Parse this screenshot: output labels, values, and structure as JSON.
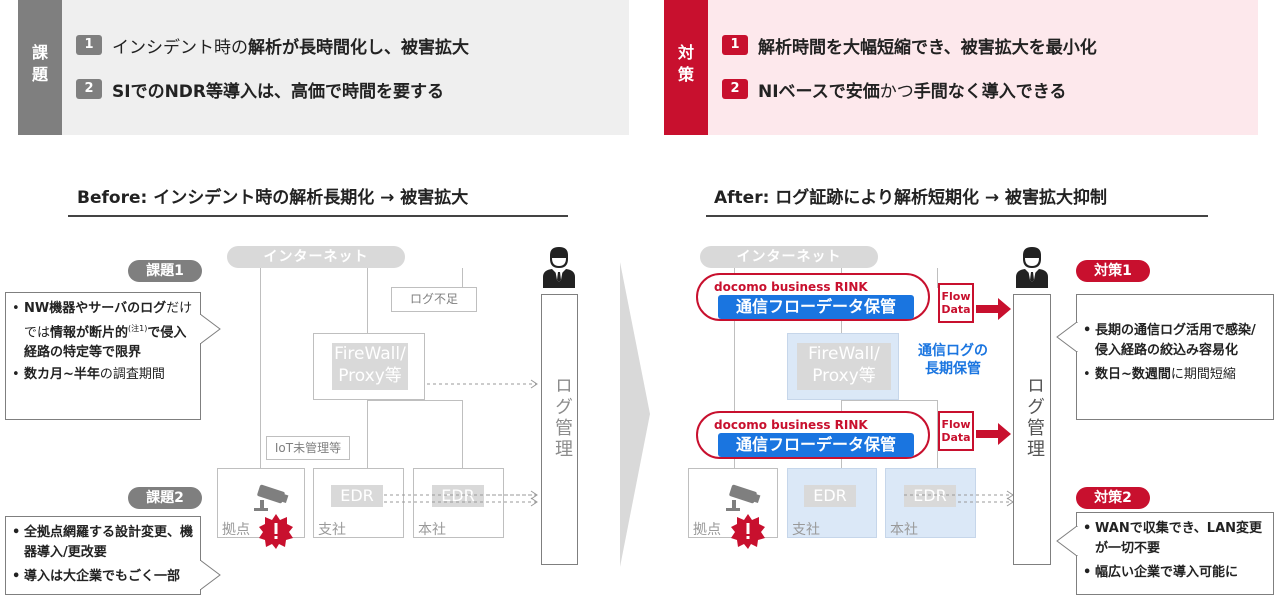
{
  "top": {
    "left": {
      "tag": [
        "課",
        "題"
      ],
      "items": [
        {
          "num": "1",
          "light": "インシデント時の",
          "bold": "解析が長時間化し、被害拡大"
        },
        {
          "num": "2",
          "light": "",
          "bold": "SIでのNDR等導入は、高価で時間を要する"
        }
      ],
      "colors": {
        "tag": "#7f7f7f",
        "bg": "#efefef",
        "num": "#7f7f7f"
      }
    },
    "right": {
      "tag": [
        "対",
        "策"
      ],
      "items": [
        {
          "num": "1",
          "bold": "解析時間を大幅短縮でき、被害拡大を最小化"
        },
        {
          "num": "2",
          "bold_a": "NIベースで安価",
          "light": "かつ",
          "bold_b": "手間なく導入できる"
        }
      ],
      "colors": {
        "tag": "#c8102e",
        "bg": "#fde8ec",
        "num": "#c8102e"
      }
    }
  },
  "before": {
    "title": "Before:  インシデント時の解析長期化 → 被害拡大",
    "internet": "インターネット",
    "log_shortage": "ログ不足",
    "firewall": [
      "FireWall/",
      "Proxy等"
    ],
    "iot": "IoT未管理等",
    "edr_a": "EDR",
    "edr_b": "EDR",
    "site_hq": "拠点",
    "site_branch": "支社",
    "site_main": "本社",
    "log_mgmt": "ログ管理",
    "issue1_label": "課題1",
    "issue1_lines": [
      {
        "b": "NW機器やサーバのログ",
        "n": "だけでは",
        "b2": "情報が断片的",
        "sup": "(注1)",
        "n2": "で侵入経路の特定等で限界"
      },
      {
        "b": "数カ月~半年",
        "n": "の調査期間"
      }
    ],
    "issue2_label": "課題2",
    "issue2_lines": [
      "全拠点網羅する設計変更、機器導入/更改要",
      "導入は大企業でもごく一部"
    ]
  },
  "after": {
    "title": "After:  ログ証跡により解析短期化 → 被害拡大抑制",
    "internet": "インターネット",
    "rink_label": "docomo business RINK",
    "rink_save": "通信フローデータ保管",
    "flow_data": [
      "Flow",
      "Data"
    ],
    "longterm": [
      "通信ログの",
      "長期保管"
    ],
    "firewall": [
      "FireWall/",
      "Proxy等"
    ],
    "edr_a": "EDR",
    "edr_b": "EDR",
    "site_hq": "拠点",
    "site_branch": "支社",
    "site_main": "本社",
    "log_mgmt": "ログ管理",
    "measure1_label": "対策1",
    "measure1_lines": [
      {
        "b": "長期の通信ログ活用で感染/侵入経路の絞込み容易化"
      },
      {
        "b": "数日~数週間",
        "n": "に期間短縮"
      }
    ],
    "measure2_label": "対策2",
    "measure2_lines": [
      "WANで収集でき、LAN変更が一切不要",
      "幅広い企業で導入可能に"
    ]
  },
  "icons": [
    "camera-icon",
    "virus-alert-icon",
    "person-suit-icon",
    "chevron-right-arrow-icon",
    "red-arrow-icon",
    "document-icon"
  ],
  "colors": {
    "accent_red": "#c8102e",
    "accent_blue": "#1a75e0",
    "light_blue": "#dbe8f7",
    "grey": "#7f7f7f"
  }
}
